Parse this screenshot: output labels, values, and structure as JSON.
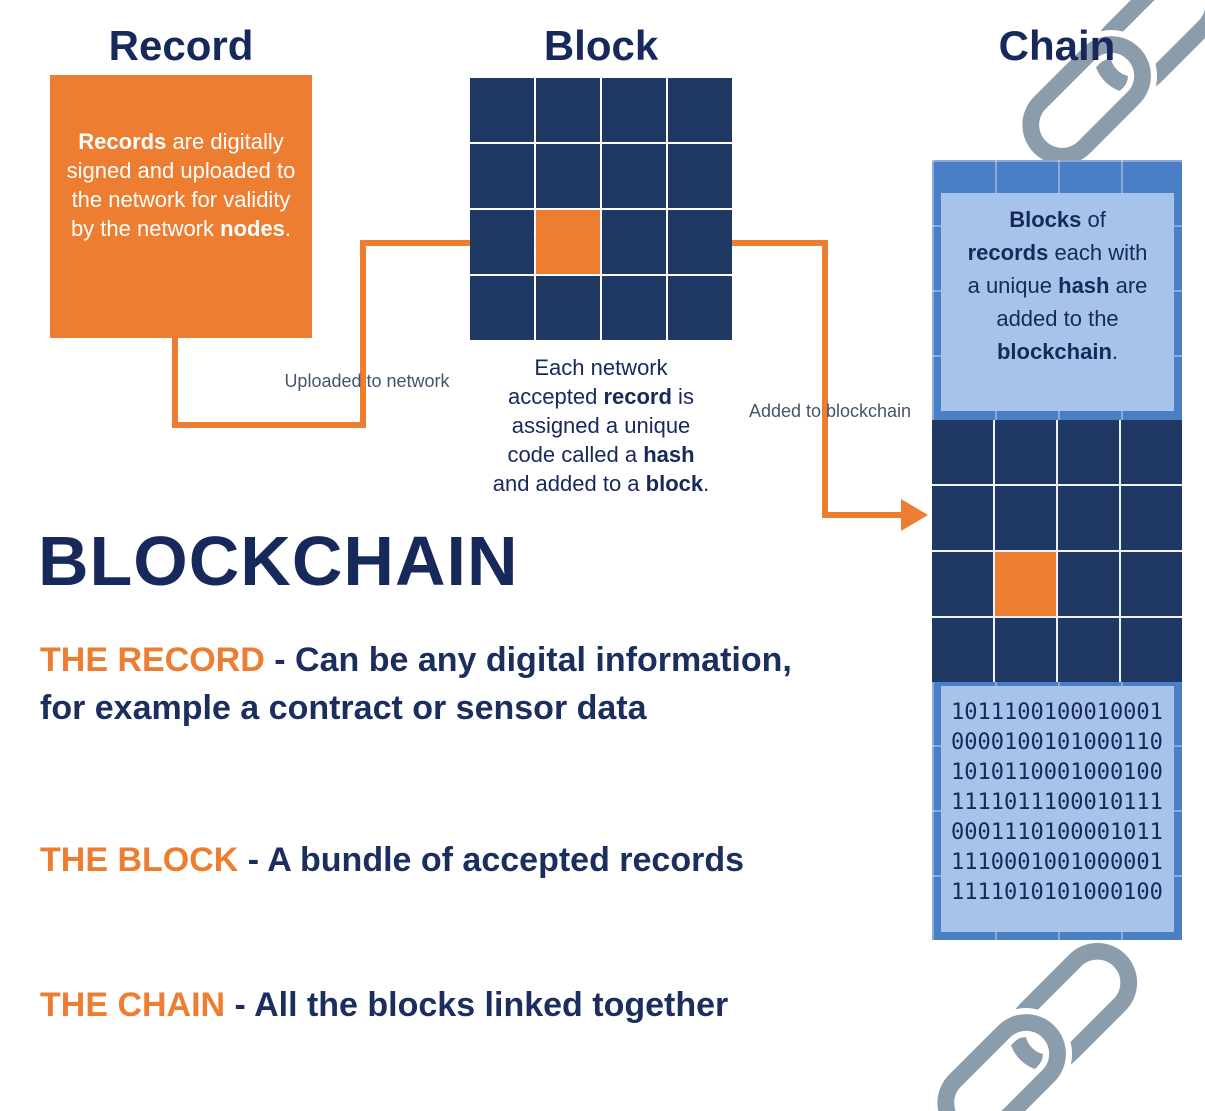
{
  "colors": {
    "navy": "#17295b",
    "grid_navy": "#1f3864",
    "orange": "#ed7d31",
    "panel_blue": "#4a7ec5",
    "light_blue": "#a8c3ea",
    "chain_link_gray": "#8b9cab",
    "label_gray": "#44546a"
  },
  "titles": {
    "record": "Record",
    "block": "Block",
    "chain": "Chain",
    "main": "BLOCKCHAIN"
  },
  "record": {
    "description_parts": [
      {
        "t": "Records",
        "b": true
      },
      {
        "t": " are digitally signed and uploaded to the network for validity by the network "
      },
      {
        "t": "nodes",
        "b": true
      },
      {
        "t": "."
      }
    ]
  },
  "block": {
    "grid": {
      "rows": 4,
      "cols": 4,
      "highlight": {
        "row": 2,
        "col": 1
      }
    },
    "caption_parts": [
      {
        "t": "Each network accepted "
      },
      {
        "t": "record",
        "b": true
      },
      {
        "t": " is assigned a unique code called a "
      },
      {
        "t": "hash",
        "b": true
      },
      {
        "t": " and added to a "
      },
      {
        "t": "block",
        "b": true
      },
      {
        "t": "."
      }
    ]
  },
  "chain": {
    "description_parts": [
      {
        "t": "Blocks",
        "b": true
      },
      {
        "t": " of "
      },
      {
        "t": "records",
        "b": true
      },
      {
        "t": " each with a unique "
      },
      {
        "t": "hash",
        "b": true
      },
      {
        "t": " are added to the "
      },
      {
        "t": "blockchain",
        "b": true
      },
      {
        "t": "."
      }
    ],
    "grid": {
      "rows": 4,
      "cols": 4,
      "highlight": {
        "row": 2,
        "col": 1
      }
    },
    "binary_lines": [
      "1011100100010001",
      "0000100101000110",
      "1010110001000100",
      "1111011100010111",
      "0001110100001011",
      "1110001001000001",
      "1111010101000100"
    ]
  },
  "arrows": {
    "upload_label": "Uploaded to network",
    "add_label": "Added to blockchain"
  },
  "bullets": [
    {
      "parts": [
        {
          "t": "THE RECORD",
          "c": "#ed7d31"
        },
        {
          "t": " - Can be any digital information, for example a contract or sensor data",
          "c": "#1b2e5e"
        }
      ]
    },
    {
      "parts": [
        {
          "t": "THE BLOCK",
          "c": "#ed7d31"
        },
        {
          "t": " - A bundle of accepted records",
          "c": "#1b2e5e"
        }
      ]
    },
    {
      "parts": [
        {
          "t": "THE CHAIN",
          "c": "#ed7d31"
        },
        {
          "t": " - All the blocks linked together",
          "c": "#1b2e5e"
        }
      ]
    }
  ]
}
